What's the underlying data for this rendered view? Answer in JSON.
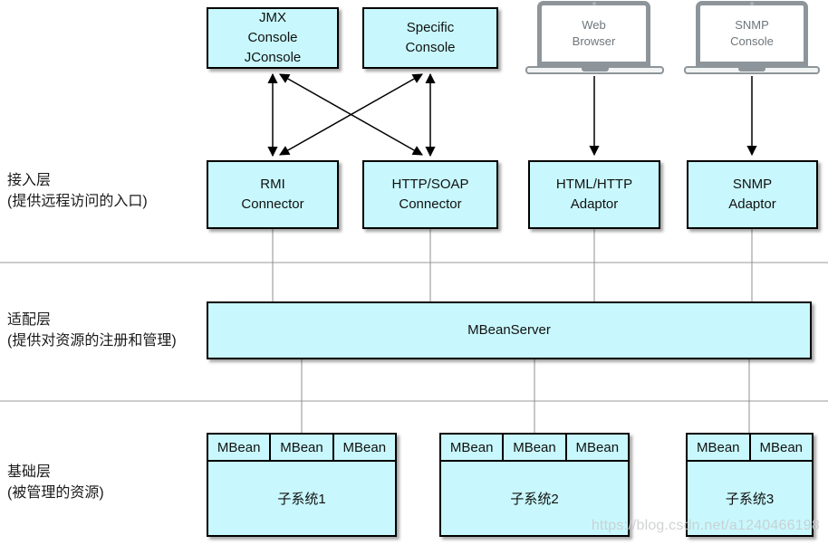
{
  "watermark": "https://blog.csdn.net/a1240466198",
  "colors": {
    "box_fill": "#c8f8fd",
    "box_border": "#000000",
    "connector_line": "#8f8f8f",
    "separator_line": "#999999",
    "laptop_frame": "#8e959a",
    "laptop_text": "#6f767b",
    "watermark_text": "#c8cbcd"
  },
  "layer_labels": [
    {
      "title": "接入层",
      "subtitle": "(提供远程访问的入口)",
      "text": "接入层\n(提供远程访问的入口)"
    },
    {
      "title": "适配层",
      "subtitle": "(提供对资源的注册和管理)",
      "text": "适配层\n(提供对资源的注册和管理)"
    },
    {
      "title": "基础层",
      "subtitle": "(被管理的资源)",
      "text": "基础层\n(被管理的资源)"
    }
  ],
  "consoles": {
    "jmx": "JMX\nConsole\nJConsole",
    "specific": "Specific\nConsole",
    "web_browser": "Web\nBrowser",
    "snmp": "SNMP\nConsole"
  },
  "access_layer": {
    "rmi": "RMI\nConnector",
    "http_soap": "HTTP/SOAP\nConnector",
    "html_http": "HTML/HTTP\nAdaptor",
    "snmp": "SNMP\nAdaptor"
  },
  "server_label": "MBeanServer",
  "subsystems": [
    {
      "label": "子系统1",
      "mbeans": [
        "MBean",
        "MBean",
        "MBean"
      ]
    },
    {
      "label": "子系统2",
      "mbeans": [
        "MBean",
        "MBean",
        "MBean"
      ]
    },
    {
      "label": "子系统3",
      "mbeans": [
        "MBean",
        "MBean"
      ]
    }
  ]
}
